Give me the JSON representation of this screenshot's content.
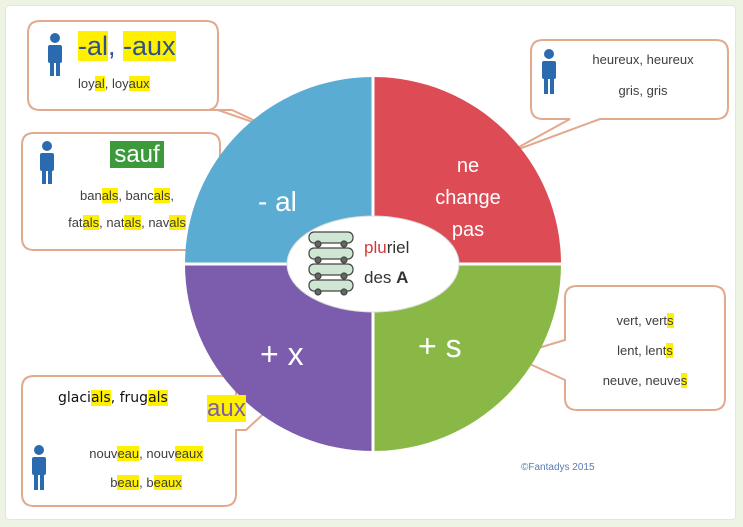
{
  "colors": {
    "blue": "#5aacd2",
    "red": "#dd4b55",
    "purple": "#7b5cad",
    "green": "#8ab847",
    "bubble_border": "#e2a98e",
    "highlight": "#fff000",
    "highlight_green": "#3d9a3b",
    "person_icon": "#2a6bb0"
  },
  "quadrants": {
    "top_left": "- al",
    "top_right": [
      "ne",
      "change",
      "pas"
    ],
    "bottom_left": "+ x",
    "bottom_right": "+ s"
  },
  "center": {
    "line1_red": "plu",
    "line1_rest": "riel",
    "line2_pre": "des ",
    "line2_bold": "A"
  },
  "bubble_al": {
    "title_a": "-al",
    "title_sep": ", ",
    "title_b": "-aux",
    "ex_a": "loy",
    "ex_b": "al",
    "ex_sep": ", loy",
    "ex_c": "aux"
  },
  "bubble_sauf": {
    "title": "sauf",
    "line1": [
      [
        "ban",
        ""
      ],
      [
        "als",
        ""
      ],
      [
        ", banc",
        ""
      ],
      [
        "als",
        ""
      ],
      [
        ",",
        ""
      ]
    ],
    "l1_a": "ban",
    "l1_b": "als",
    "l1_c": ", banc",
    "l1_d": "als",
    "l1_e": ",",
    "l2_a": "fat",
    "l2_b": "als",
    "l2_c": ", nat",
    "l2_d": "als",
    "l2_e": ", nav",
    "l2_f": "als"
  },
  "bubble_heureux": {
    "line1": "heureux, heureux",
    "line2": "gris, gris"
  },
  "bubble_s": {
    "l1_a": "vert, vert",
    "l1_b": "s",
    "l2_a": "lent, lent",
    "l2_b": "s",
    "l3_a": "neuve, neuve",
    "l3_b": "s"
  },
  "bubble_x": {
    "title_partial": "aux",
    "l1_a": "nouv",
    "l1_b": "eau",
    "l1_c": ", nouv",
    "l1_d": "eaux",
    "l2_a": "b",
    "l2_b": "eau",
    "l2_c": ", b",
    "l2_d": "eaux"
  },
  "overlay": {
    "a": "glaci",
    "b": "als",
    "c": ", frug",
    "d": "als"
  },
  "copyright": "©Fantadys 2015"
}
